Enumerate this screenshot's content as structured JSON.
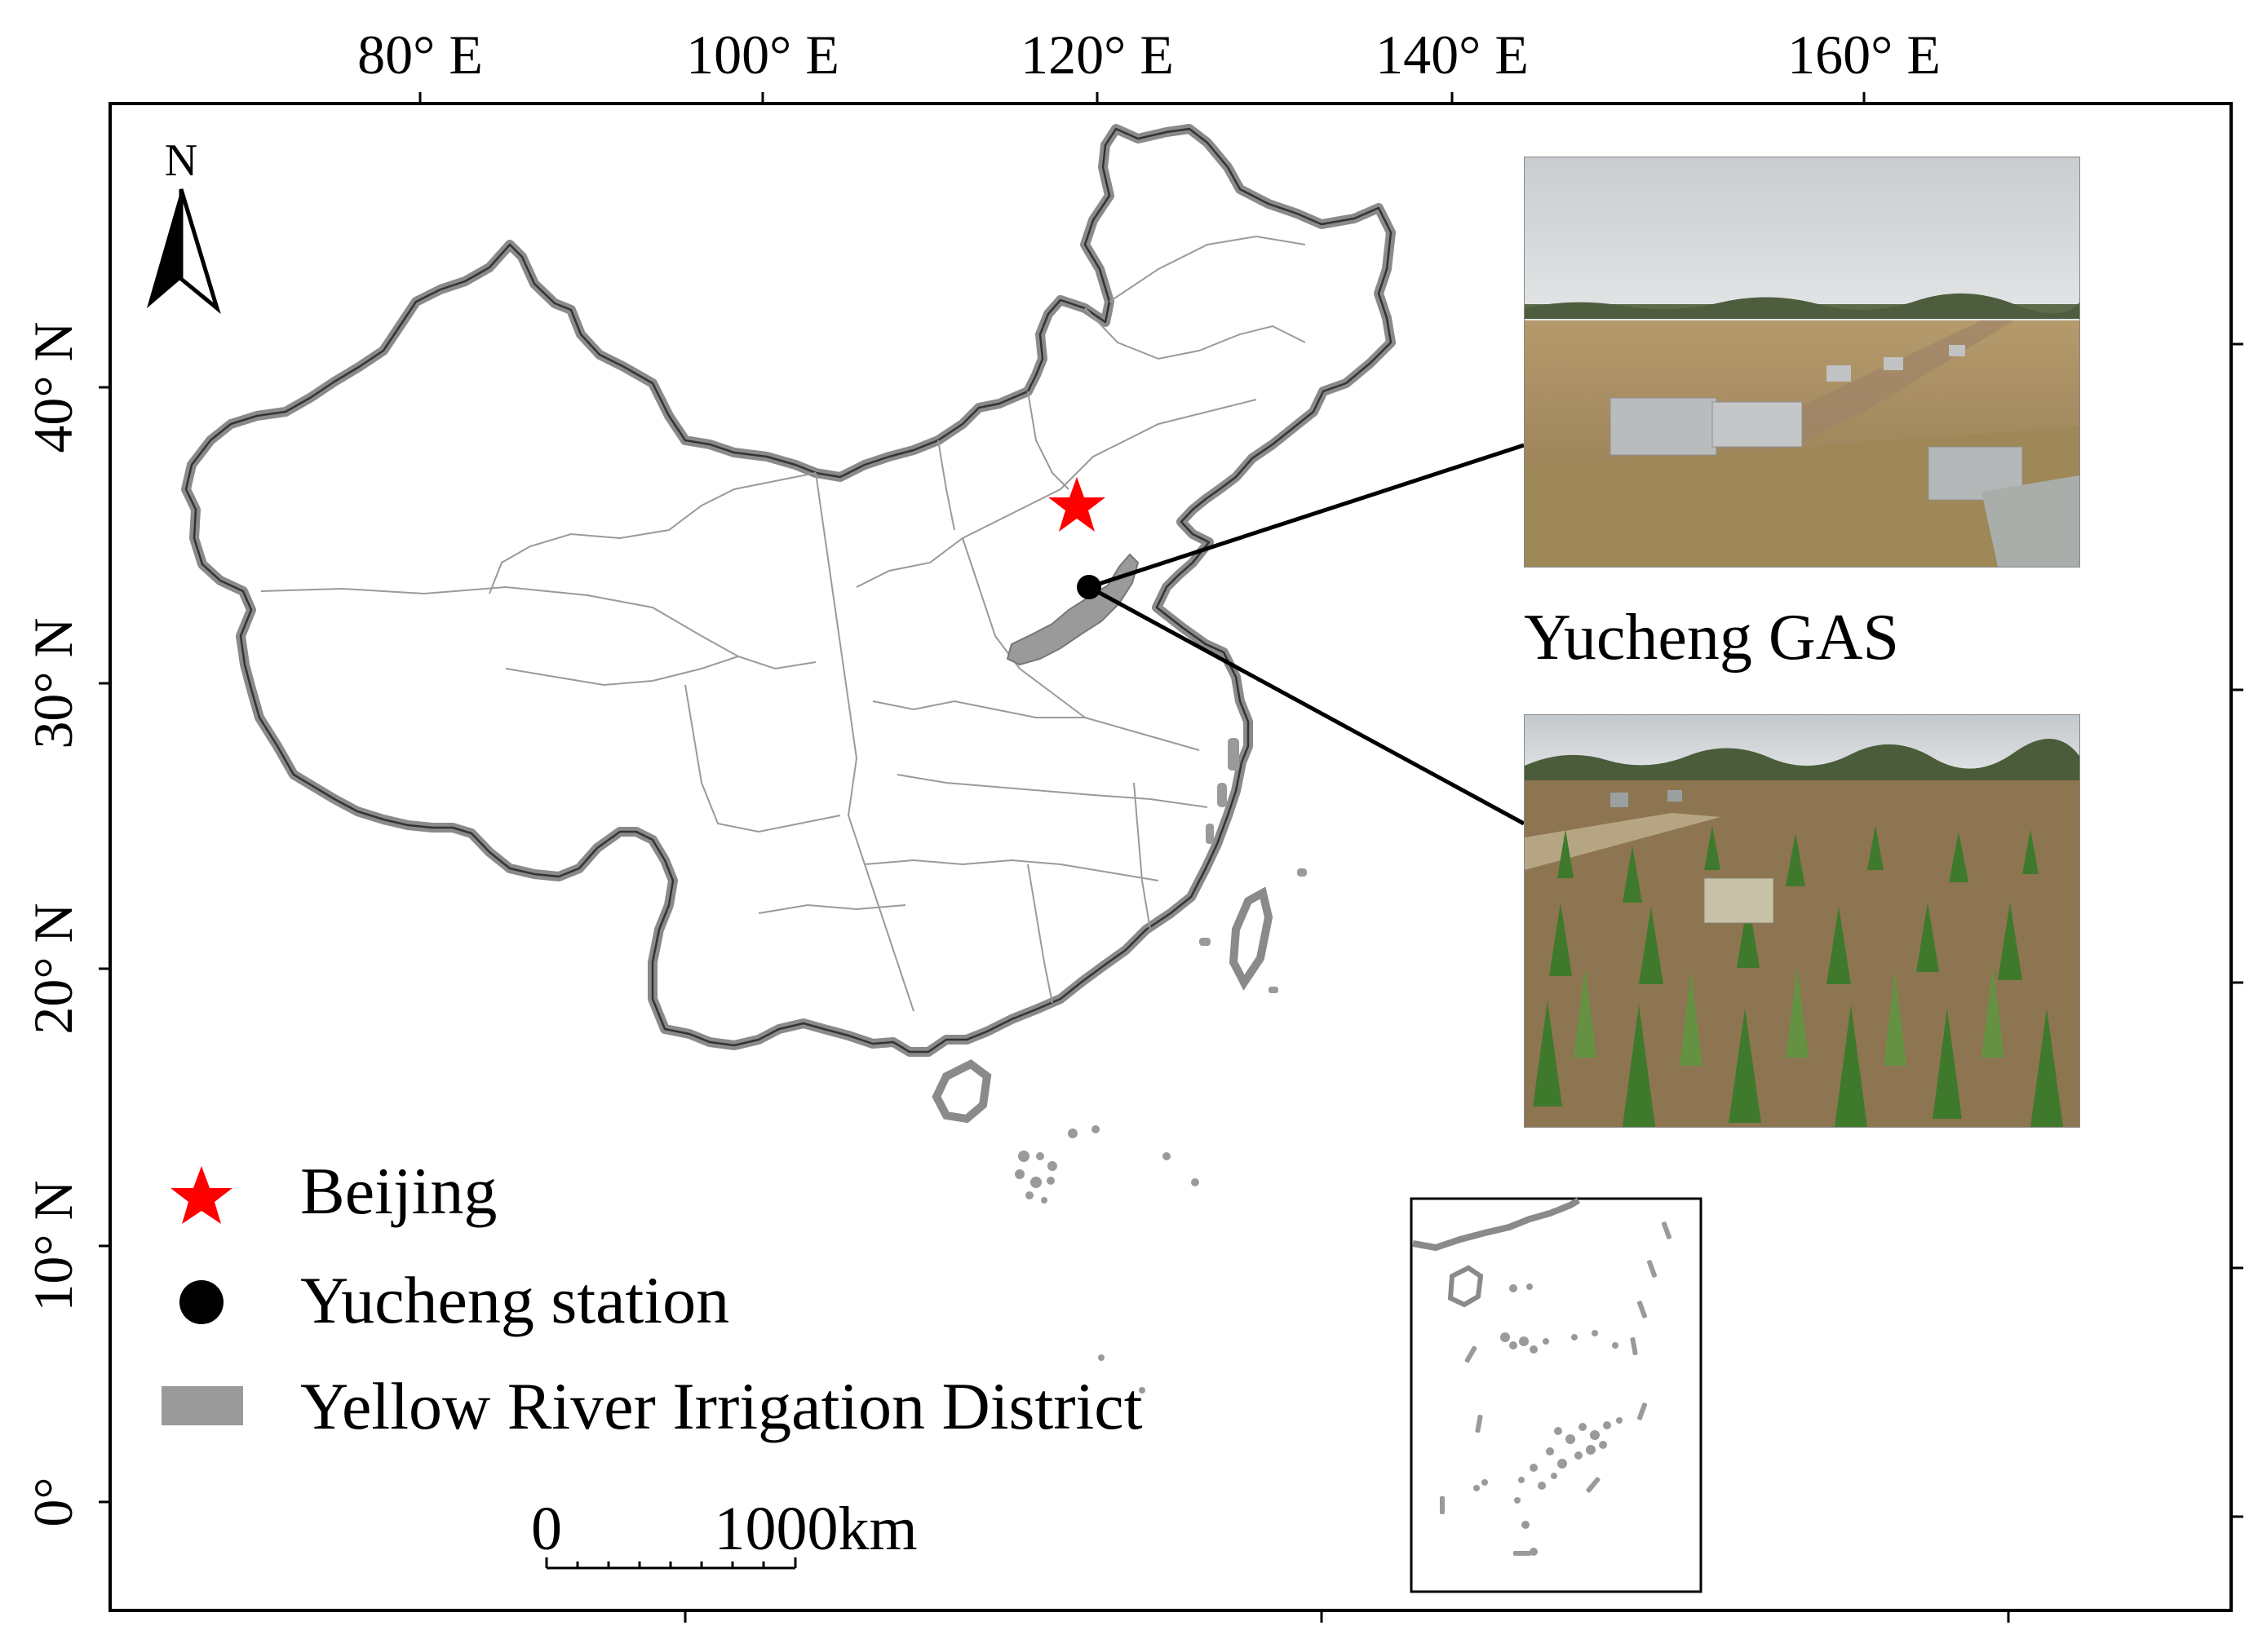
{
  "longitude_labels": [
    "80° E",
    "100° E",
    "120° E",
    "140° E",
    "160° E"
  ],
  "latitude_labels": [
    "40° N",
    "30° N",
    "20° N",
    "10° N",
    "0°"
  ],
  "north_arrow": {
    "label": "N",
    "icon": "north-arrow-icon"
  },
  "photo_caption": "Yucheng GAS",
  "photos": [
    {
      "name": "station-photo-upper",
      "subject": "lysimeter field after harvest"
    },
    {
      "name": "station-photo-lower",
      "subject": "maize field with lysimeters"
    }
  ],
  "legend": {
    "items": [
      {
        "label": "Beijing",
        "icon": "red-star-icon",
        "color": "#ff0000"
      },
      {
        "label": "Yucheng station",
        "icon": "black-dot-icon",
        "color": "#000000"
      },
      {
        "label": "Yellow River Irrigation District",
        "icon": "gray-swatch-icon",
        "color": "#9a9a9a"
      }
    ]
  },
  "scale_bar": {
    "start_label": "0",
    "end_label": "1000km"
  },
  "colors": {
    "country_outline": "#8a8a8a",
    "province_lines": "#9a9a9a",
    "irrigation_district": "#9a9a9a",
    "beijing_star": "#ff0000",
    "station_dot": "#000000"
  }
}
